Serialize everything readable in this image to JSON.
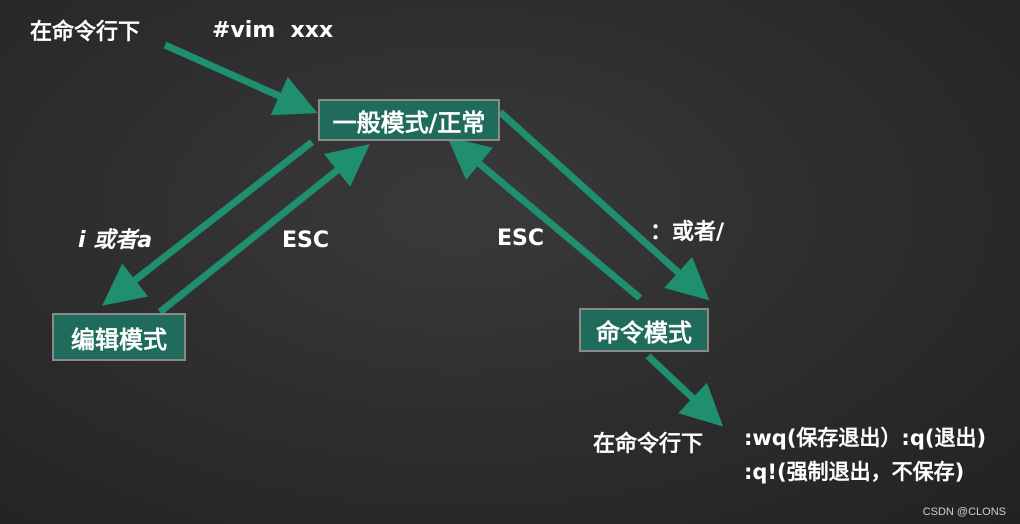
{
  "top_left_label": "在命令行下",
  "top_command": "#vim  xxx",
  "nodes": {
    "normal": "一般模式/正常",
    "edit": "编辑模式",
    "command": "命令模式"
  },
  "edges": {
    "to_edit": "i 或者a",
    "edit_esc": "ESC",
    "command_esc": "ESC",
    "to_command": "：或者/"
  },
  "bottom_label": "在命令行下",
  "commands": {
    "line1": ":wq(保存退出）:q(退出)",
    "line2": ":q!(强制退出，不保存)"
  },
  "watermark": "CSDN @CLONS",
  "colors": {
    "arrow": "#1f8f70",
    "node_fill": "#1f6b5c",
    "background": "#2c2c2c"
  }
}
